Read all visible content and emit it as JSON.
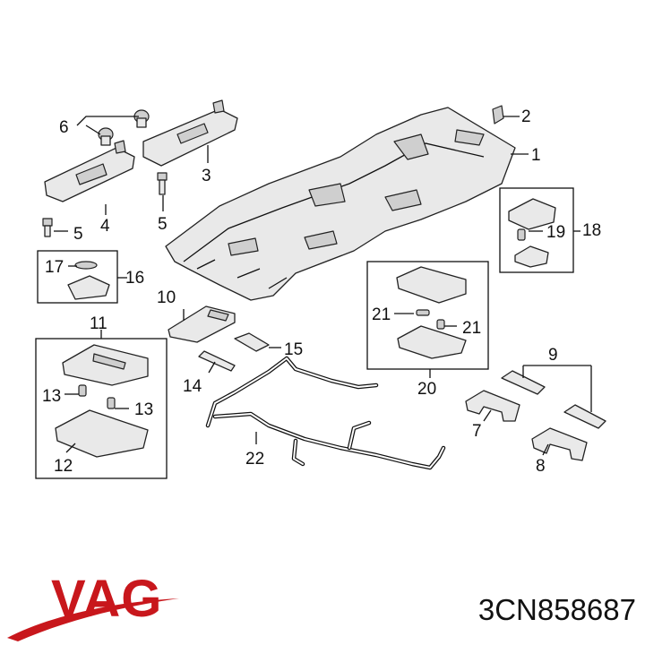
{
  "callouts": {
    "c1": "1",
    "c2": "2",
    "c3": "3",
    "c4": "4",
    "c5a": "5",
    "c5b": "5",
    "c6": "6",
    "c7": "7",
    "c8": "8",
    "c9": "9",
    "c10": "10",
    "c11": "11",
    "c12": "12",
    "c13a": "13",
    "c13b": "13",
    "c14": "14",
    "c15": "15",
    "c16": "16",
    "c17": "17",
    "c18": "18",
    "c19": "19",
    "c20": "20",
    "c21a": "21",
    "c21b": "21",
    "c22": "22"
  },
  "brand": {
    "logo_text": "VAG",
    "color": "#c8171c"
  },
  "part_number": "3CN858687"
}
